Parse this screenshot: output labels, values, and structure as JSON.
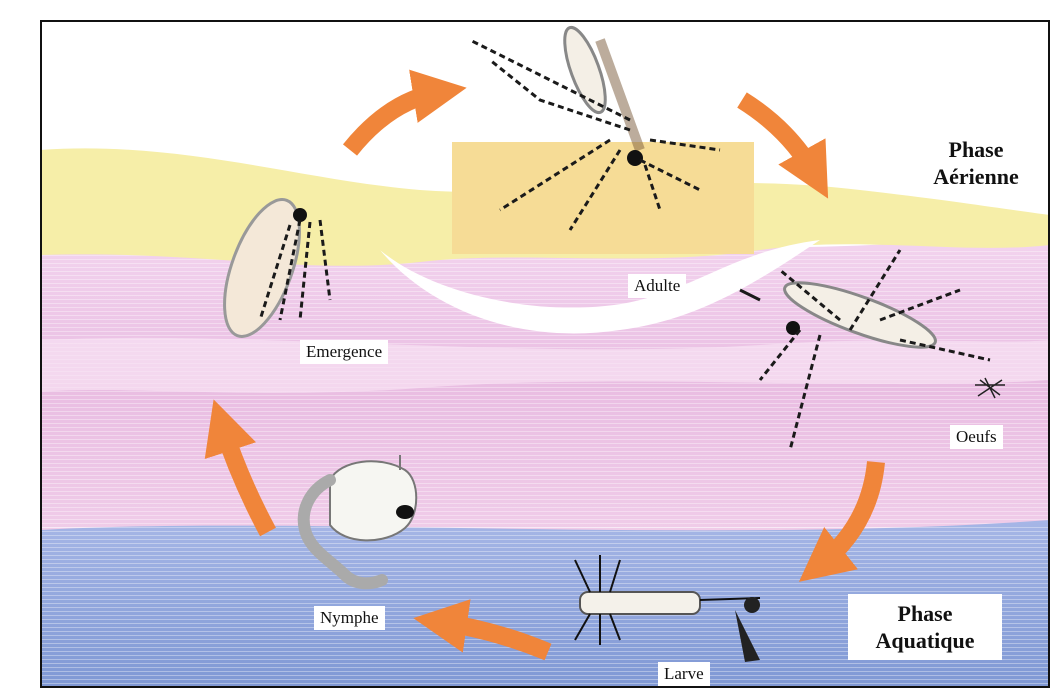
{
  "phases": {
    "aerial": {
      "line1": "Phase",
      "line2": "Aérienne"
    },
    "aquatic": {
      "line1": "Phase",
      "line2": "Aquatique"
    }
  },
  "stages": {
    "adult": "Adulte",
    "eggs": "Oeufs",
    "larva": "Larve",
    "pupa": "Nymphe",
    "emergence": "Emergence"
  },
  "colors": {
    "arrow": "#f0853a",
    "air_band": "#f7f0b0",
    "pink_water": "#eec6e4",
    "blue_water": "#8fa6dc",
    "sand_box": "#f6dc96",
    "border": "#111111"
  }
}
